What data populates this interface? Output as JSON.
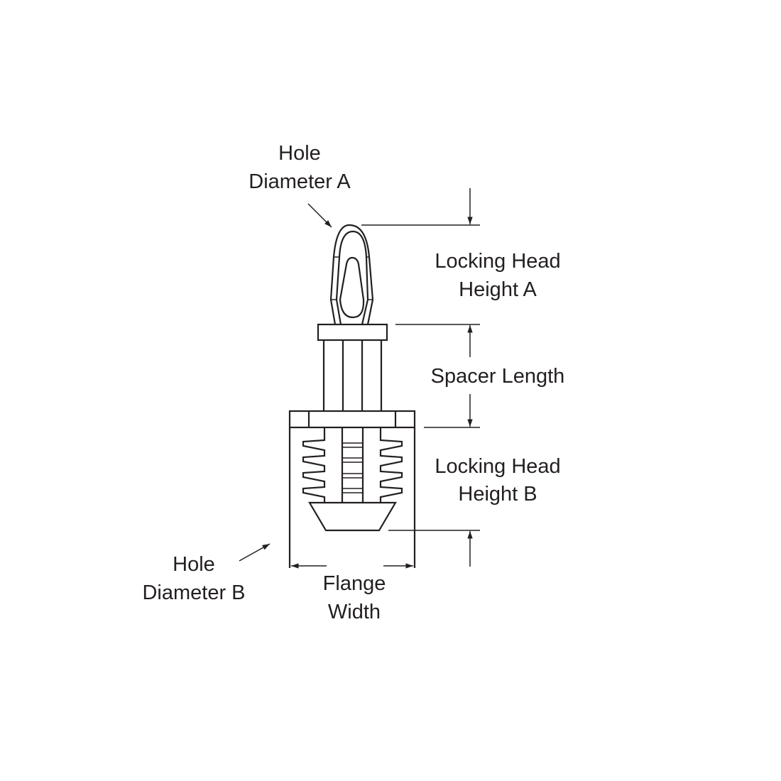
{
  "labels": {
    "hole_diameter_a": [
      "Hole",
      "Diameter A"
    ],
    "locking_head_height_a": [
      "Locking Head",
      "Height A"
    ],
    "spacer_length": "Spacer Length",
    "locking_head_height_b": [
      "Locking Head",
      "Height B"
    ],
    "hole_diameter_b": [
      "Hole",
      "Diameter B"
    ],
    "flange_width": [
      "Flange",
      "Width"
    ]
  },
  "colors": {
    "line": "#231f20",
    "background": "#ffffff"
  }
}
